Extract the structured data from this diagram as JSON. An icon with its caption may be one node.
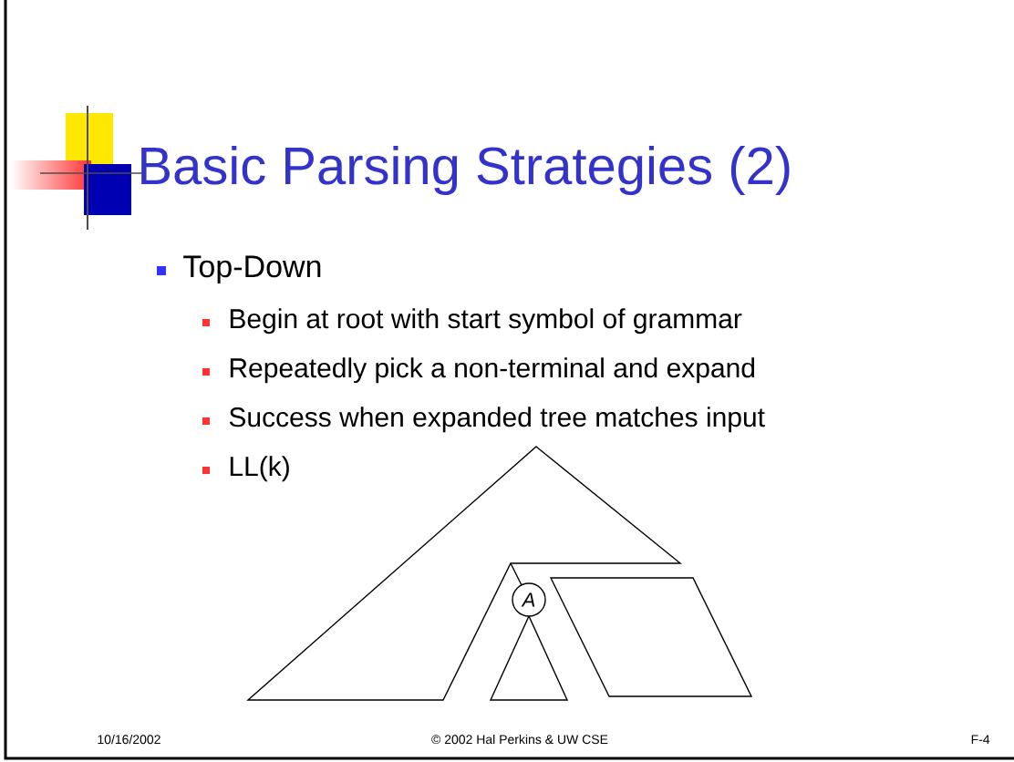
{
  "diagram": {
    "title": "Basic Parsing Strategies (2)",
    "nodes": [
      {
        "text": [
          "A"
        ]
      }
    ],
    "labels": [
      "Top-Down",
      "Begin at root with start symbol of grammar",
      "Repeatedly pick a non-terminal and expand",
      "Success when expanded tree matches input",
      "LL(k)",
      "10/16/2002",
      "© 2002 Hal Perkins & UW CSE",
      "F-4"
    ]
  }
}
